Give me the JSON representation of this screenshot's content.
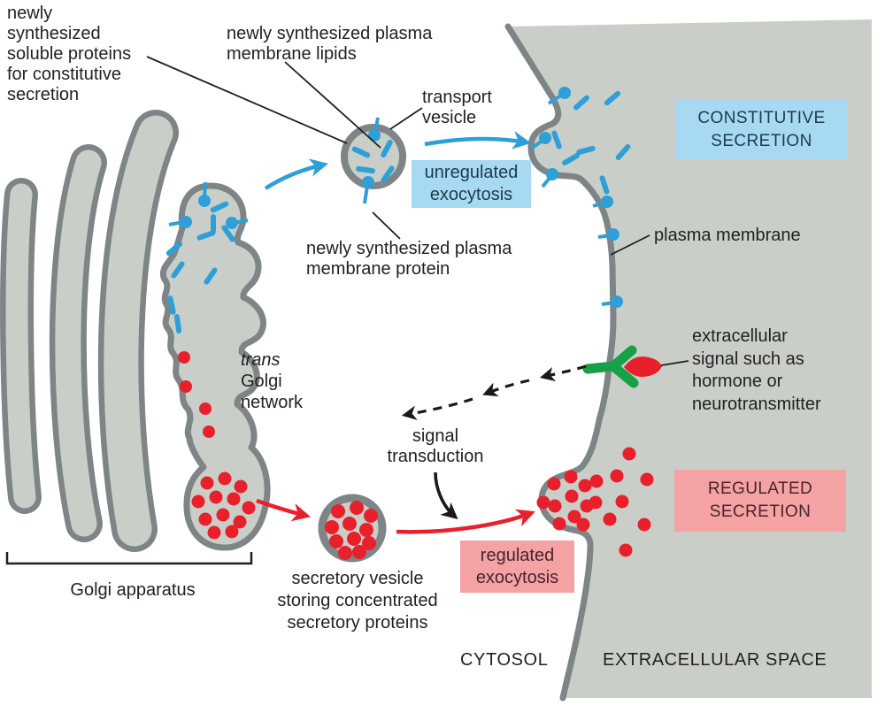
{
  "figure": {
    "description": "Constitutive and regulated secretion pathways from the Golgi apparatus"
  },
  "colors": {
    "background": "#ffffff",
    "extracellular_fill": "#c9cfc8",
    "organelle_fill": "#c9cfc8",
    "outline_gray": "#7f8487",
    "blue": "#2f9fd7",
    "blue_box_bg": "#a8d9f3",
    "red": "#e8202b",
    "pink_box_bg": "#f5a2a5",
    "green": "#18a049",
    "text": "#231f20",
    "blue_box_text": "#1d3b4e",
    "pink_box_text": "#47242a"
  },
  "labels": {
    "soluble_proteins": {
      "lines": [
        "newly",
        "synthesized",
        "soluble proteins",
        "for constitutive",
        "secretion"
      ]
    },
    "membrane_lipids": {
      "lines": [
        "newly synthesized plasma",
        "membrane lipids"
      ]
    },
    "transport_vesicle": {
      "lines": [
        "transport",
        "vesicle"
      ]
    },
    "membrane_protein": {
      "lines": [
        "newly synthesized plasma",
        "membrane protein"
      ]
    },
    "plasma_membrane": {
      "text": "plasma membrane"
    },
    "trans_golgi": {
      "lines": [
        "trans",
        "Golgi",
        "network"
      ]
    },
    "signal_transduction": {
      "lines": [
        "signal",
        "transduction"
      ]
    },
    "extracellular_signal": {
      "lines": [
        "extracellular",
        "signal such as",
        "hormone or",
        "neurotransmitter"
      ]
    },
    "secretory_vesicle": {
      "lines": [
        "secretory vesicle",
        "storing concentrated",
        "secretory proteins"
      ]
    },
    "golgi_apparatus": {
      "text": "Golgi apparatus"
    },
    "cytosol": {
      "text": "CYTOSOL"
    },
    "extracellular_space": {
      "text": "EXTRACELLULAR SPACE"
    }
  },
  "boxes": {
    "constitutive_secretion": {
      "lines": [
        "CONSTITUTIVE",
        "SECRETION"
      ]
    },
    "regulated_secretion": {
      "lines": [
        "REGULATED",
        "SECRETION"
      ]
    },
    "unregulated_exocytosis": {
      "lines": [
        "unregulated",
        "exocytosis"
      ]
    },
    "regulated_exocytosis": {
      "lines": [
        "regulated",
        "exocytosis"
      ]
    }
  }
}
